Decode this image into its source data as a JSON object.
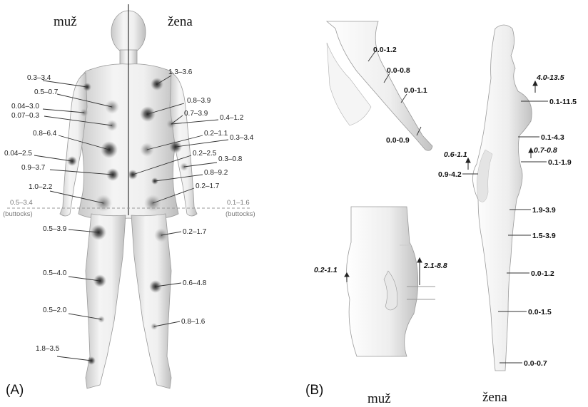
{
  "panel_a": {
    "panel_label": "(A)",
    "left_header": "muž",
    "right_header": "žena",
    "buttocks_left": {
      "range": "0.5–3.4",
      "note": "(buttocks)"
    },
    "buttocks_right": {
      "range": "0.1–1.6",
      "note": "(buttocks)"
    },
    "male_labels": [
      "0.3–3.4",
      "0.5–0.7",
      "0.04–3.0",
      "0.07–0.3",
      "0.8–6.4",
      "0.04–2.5",
      "0.9–3.7",
      "1.0–2.2",
      "0.5–3.9",
      "0.5–4.0",
      "0.5–2.0",
      "1.8–3.5"
    ],
    "female_labels": [
      "1.3–3.6",
      "0.8–3.9",
      "0.7–3.9",
      "0.4–1.2",
      "0.2–1.1",
      "0.3–3.4",
      "0.2–2.5",
      "0.3–0.8",
      "0.8–9.2",
      "0.2–1.7",
      "0.2–1.7",
      "0.6–4.8",
      "0.8–1.6"
    ]
  },
  "panel_b": {
    "panel_label": "(B)",
    "bottom_left_header": "muž",
    "bottom_right_header": "žena",
    "arm_labels": [
      "0.0-1.2",
      "0.0-0.8",
      "0.0-1.1",
      "0.0-0.9"
    ],
    "male_side_labels": [
      "0.2-1.1",
      "2.1-8.8"
    ],
    "female_labels": [
      "4.0-13.5",
      "0.1-11.5",
      "0.1-4.3",
      "0.7-0.8",
      "0.1-1.9",
      "0.6-1.1",
      "0.9-4.2",
      "1.9-3.9",
      "1.5-3.9",
      "0.0-1.2",
      "0.0-1.5",
      "0.0-0.7"
    ]
  }
}
